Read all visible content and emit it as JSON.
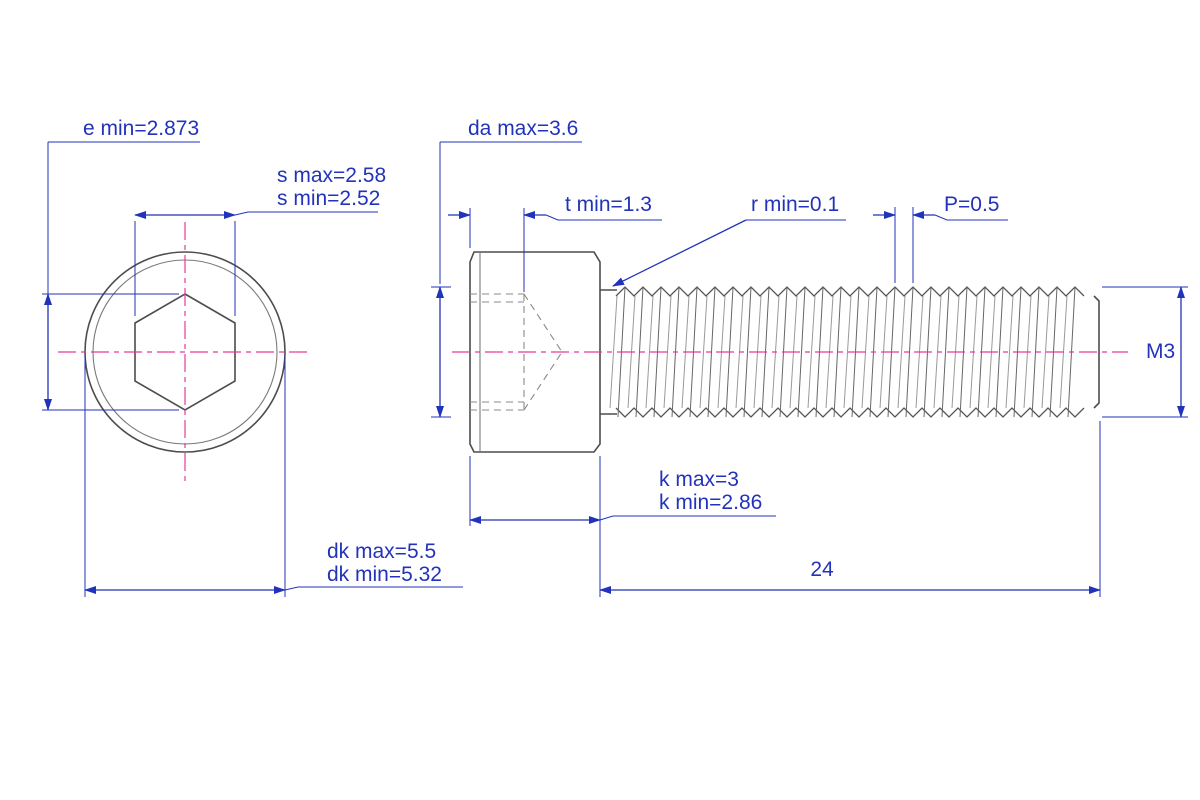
{
  "drawing": {
    "labels": {
      "e_min": "e min=2.873",
      "da_max": "da max=3.6",
      "s_max": "s max=2.58",
      "s_min": "s min=2.52",
      "t_min": "t min=1.3",
      "r_min": "r min=0.1",
      "pitch": "P=0.5",
      "thread": "M3",
      "k_max": "k max=3",
      "k_min": "k min=2.86",
      "dk_max": "dk max=5.5",
      "dk_min": "dk min=5.32",
      "length": "24"
    },
    "colors": {
      "dimension_blue": "#2233bb",
      "centerline_magenta": "#e6399b",
      "outline_gray": "#4d4d4d"
    }
  }
}
